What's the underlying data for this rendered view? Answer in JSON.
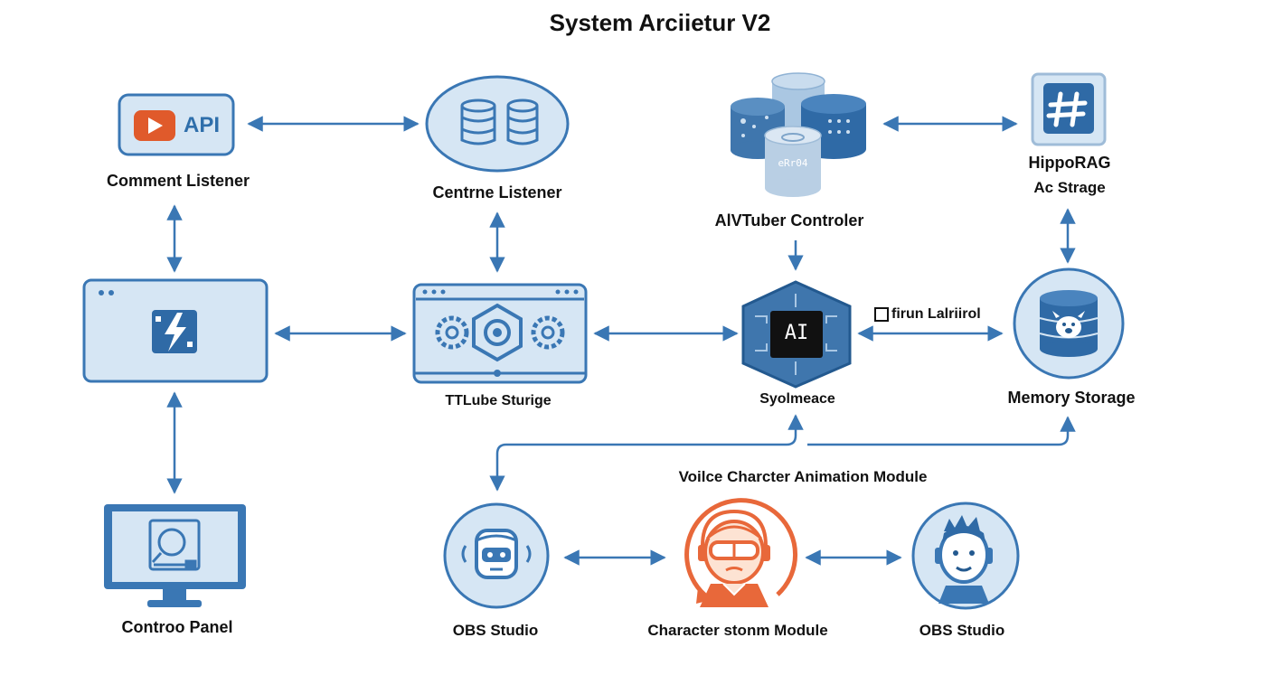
{
  "title": "System Arciietur V2",
  "nodes": {
    "comment_listener": {
      "label": "Comment Listener",
      "badge": "API"
    },
    "centre_listener": {
      "label": "Centrne Listener"
    },
    "aivtuber_controller": {
      "label": "AlVTuber Controler",
      "db_text": "eRr04"
    },
    "hipporag": {
      "label_line1": "HippoRAG",
      "label_line2": "Ac Strage"
    },
    "tts_storage": {
      "label": "TTLube Sturige"
    },
    "ai_core": {
      "label": "Syolmeace",
      "chip_text": "AI",
      "side_label": "firun Lalriirol"
    },
    "memory_storage": {
      "label": "Memory Storage"
    },
    "control_panel": {
      "label": "Controo Panel"
    },
    "voice_module": {
      "label": "Voilce Charcter Animation Module"
    },
    "obs_left": {
      "label": "OBS Studio"
    },
    "character_module": {
      "label": "Character stonm Module"
    },
    "obs_right": {
      "label": "OBS Studio"
    }
  },
  "colors": {
    "primary": "#3a77b4",
    "fill": "#d6e6f4",
    "dark": "#23598f",
    "accent": "#e8683a",
    "api_red": "#e05a2b",
    "chip": "#111111"
  }
}
